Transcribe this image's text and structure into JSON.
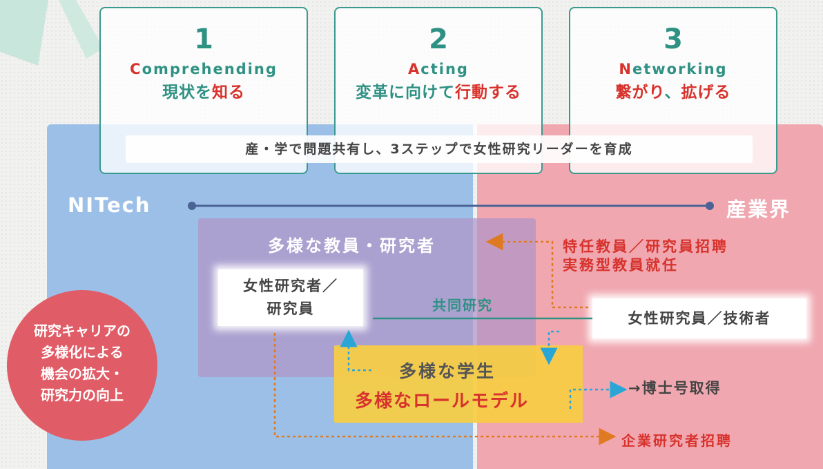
{
  "steps": [
    {
      "number": "1",
      "en_initial": "C",
      "en_rest": "omprehending",
      "ja_parts": [
        {
          "t": "現状を",
          "red": false
        },
        {
          "t": "知る",
          "red": true
        }
      ]
    },
    {
      "number": "2",
      "en_initial": "A",
      "en_rest": "cting",
      "ja_parts": [
        {
          "t": "変革に向けて",
          "red": false
        },
        {
          "t": "行動する",
          "red": true
        }
      ]
    },
    {
      "number": "3",
      "en_initial": "N",
      "en_rest": "etworking",
      "ja_parts": [
        {
          "t": "繋がり",
          "red": true
        },
        {
          "t": "、",
          "red": false
        },
        {
          "t": "拡げる",
          "red": true
        }
      ]
    }
  ],
  "banner": "産・学で問題共有し、3ステップで女性研究リーダーを育成",
  "poles": {
    "left": "NITech",
    "right": "産業界"
  },
  "diverse_faculty": "多様な教員・研究者",
  "female_researcher": [
    "女性研究者／",
    "研究員"
  ],
  "joint_research": "共同研究",
  "female_engineer": "女性研究員／技術者",
  "appointments": [
    "特任教員／研究員招聘",
    "実務型教員就任"
  ],
  "diverse_students": "多様な学生",
  "diverse_rolemodel": "多様なロールモデル",
  "phd": "→博士号取得",
  "corporate_invite": "企業研究者招聘",
  "circle_lines": [
    "研究キャリアの",
    "多様化による",
    "機会の拡大・",
    "研究力の向上"
  ],
  "colors": {
    "teal": "#2e9183",
    "red": "#d7322c",
    "blue_panel": "#9bbfe6",
    "red_panel": "#f0a7b0",
    "orange_arrow": "#e07a22",
    "cyan_arrow": "#2aa6d6",
    "circle": "#e05c66"
  }
}
